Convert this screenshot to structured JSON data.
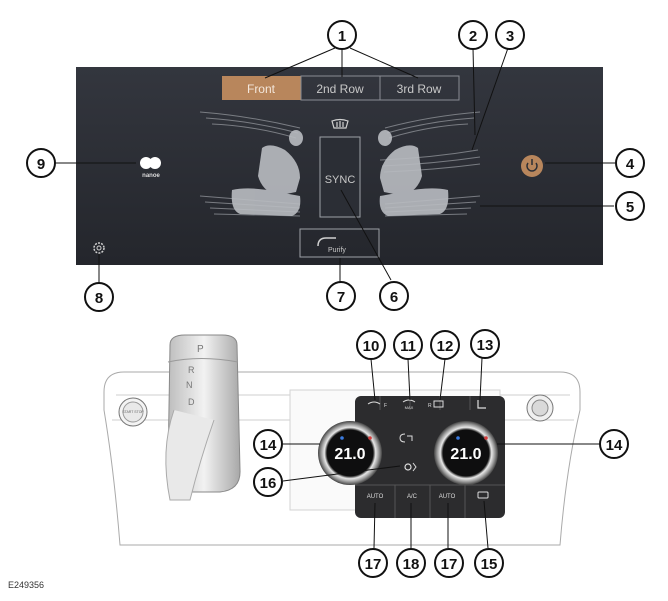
{
  "screen": {
    "tabs": [
      {
        "label": "Front",
        "active": true
      },
      {
        "label": "2nd Row",
        "active": false
      },
      {
        "label": "3rd Row",
        "active": false
      }
    ],
    "sync_label": "SYNC",
    "purify_label": "Purify",
    "nanoe_label": "nanoe",
    "accent_color": "#b8865c",
    "screen_color": "#2b2e35"
  },
  "console": {
    "gear_letters": [
      "P",
      "R",
      "N",
      "D"
    ],
    "temp_left": "21.0",
    "temp_right": "21.0",
    "auto_left_label": "AUTO",
    "ac_label": "A/C",
    "auto_right_label": "AUTO",
    "start_label": "START STOP",
    "max_label": "MAX",
    "defrost_front_label": "F",
    "defrost_rear_label": "R"
  },
  "callouts": [
    "1",
    "2",
    "3",
    "4",
    "5",
    "6",
    "7",
    "8",
    "9",
    "10",
    "11",
    "12",
    "13",
    "14",
    "15",
    "16",
    "17",
    "18"
  ],
  "figure_code": "E249356"
}
